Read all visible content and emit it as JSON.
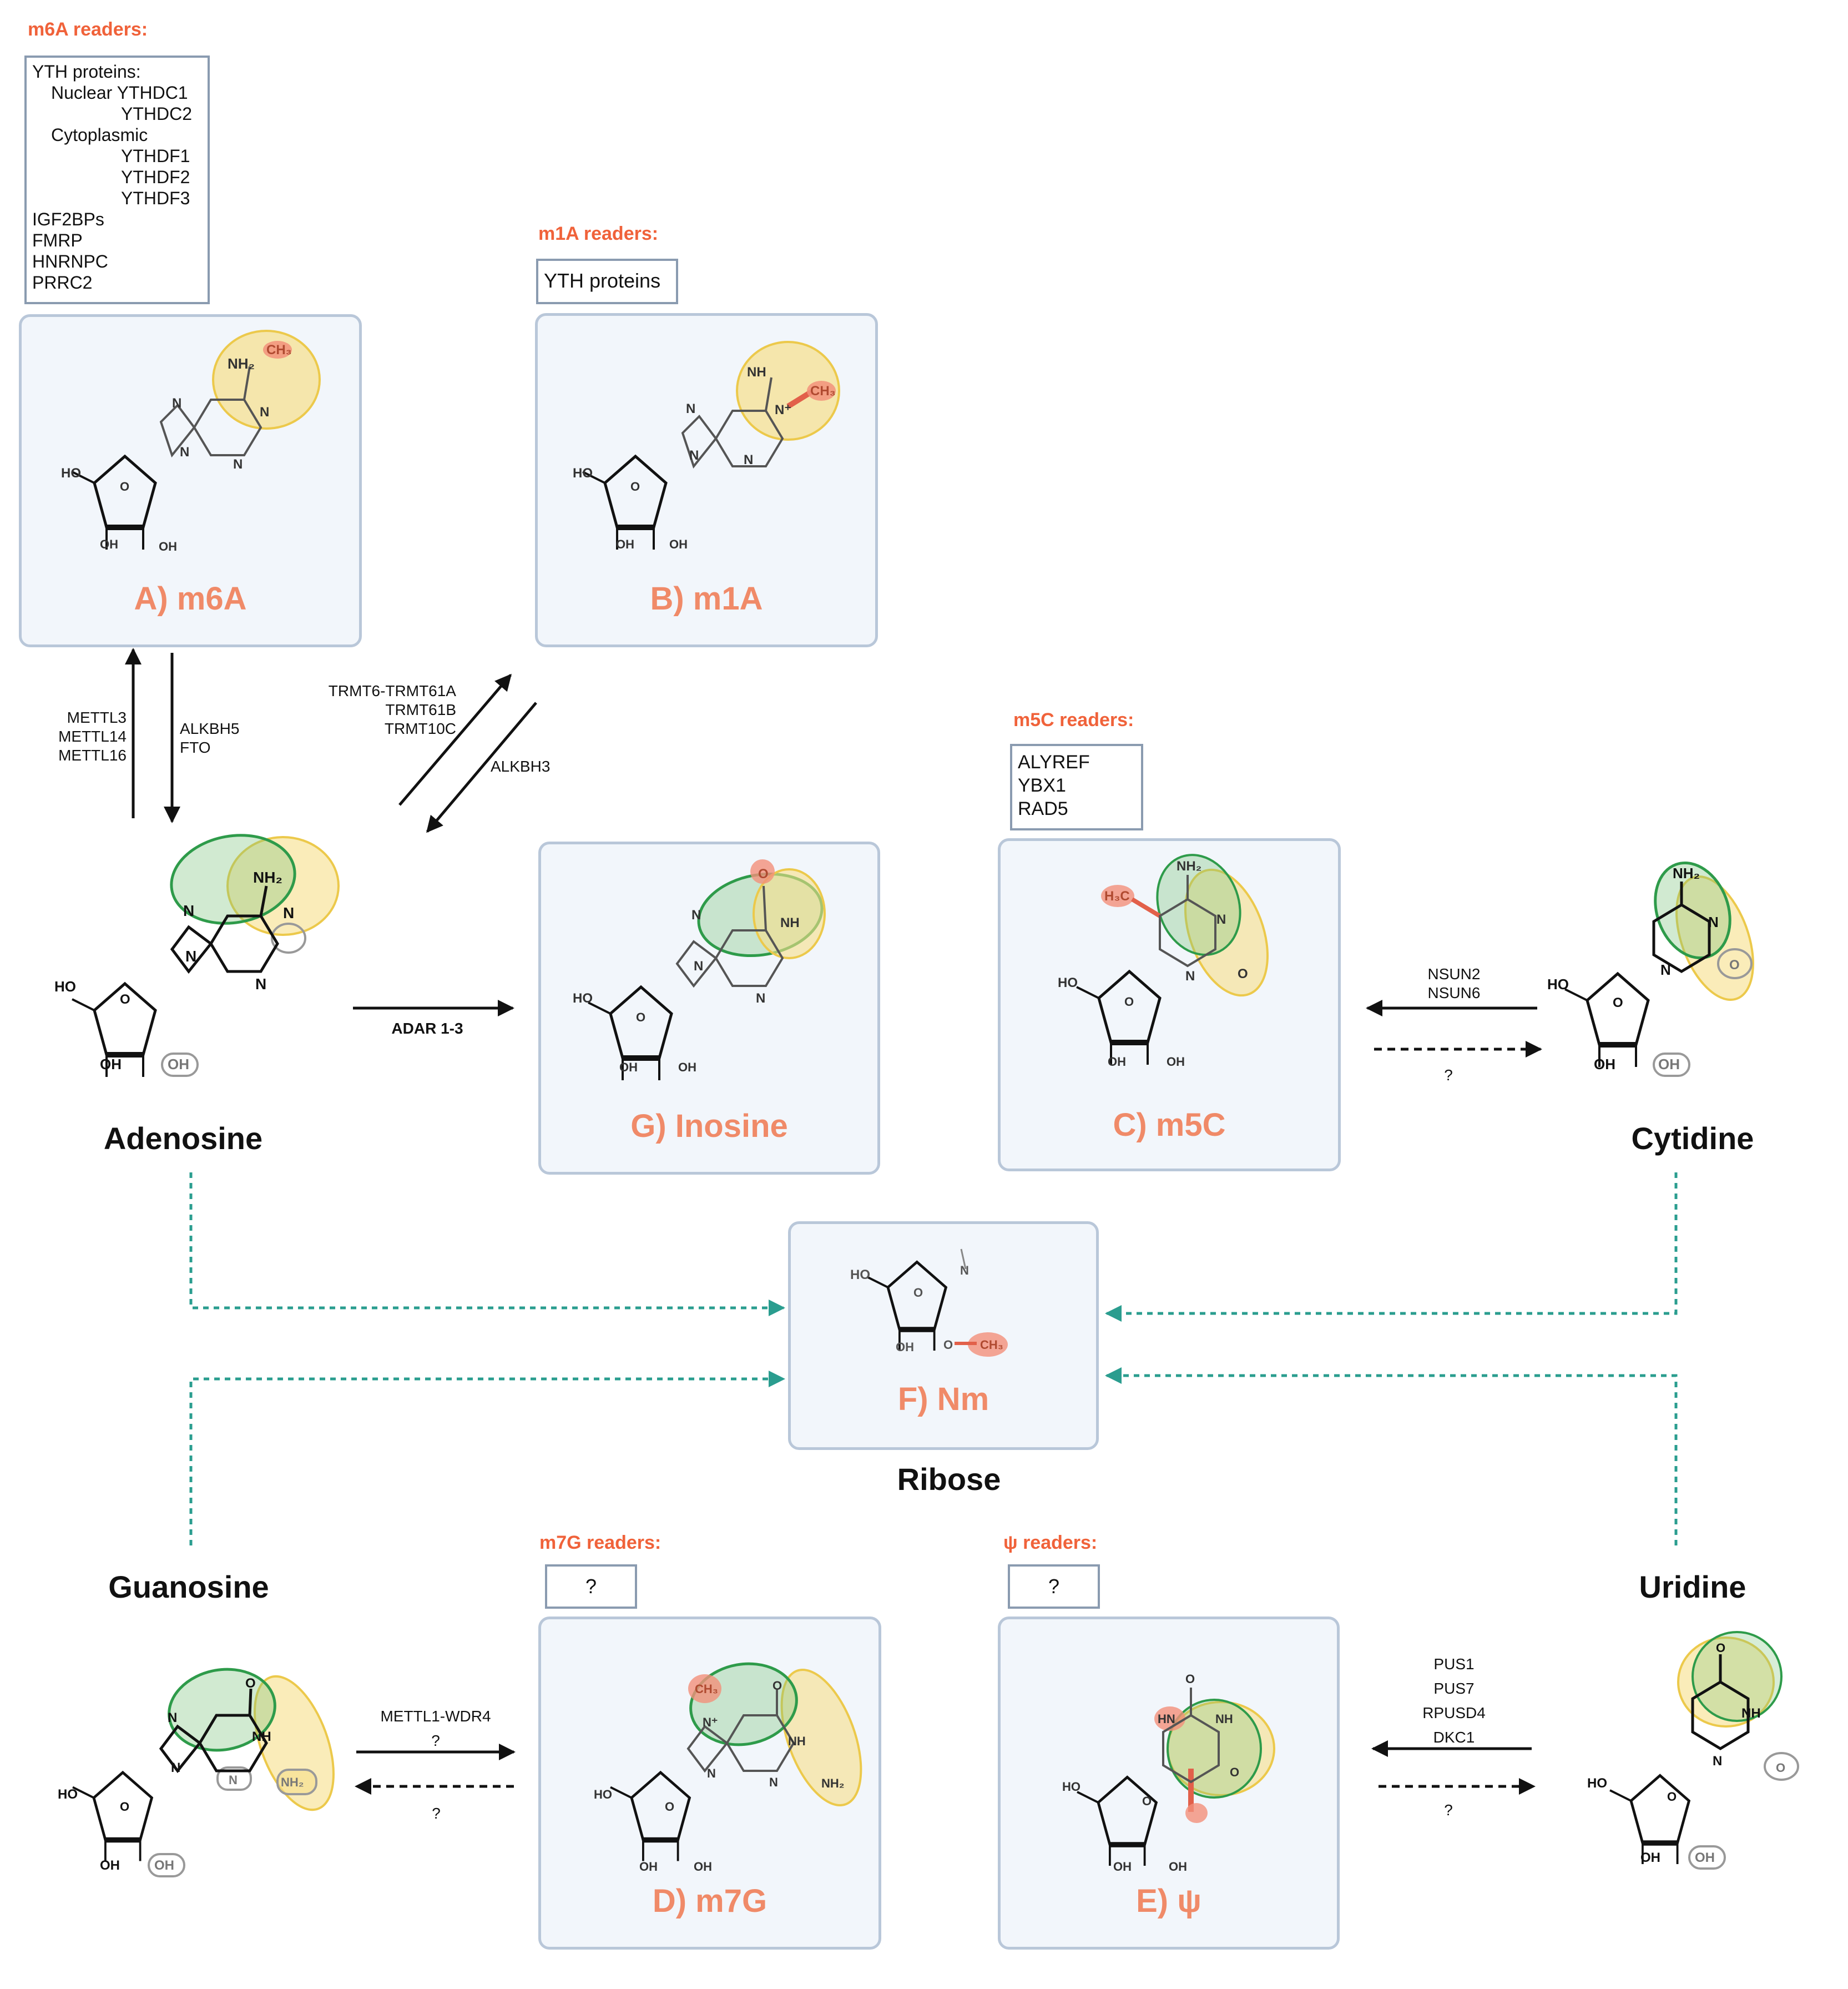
{
  "readers": {
    "m6a": {
      "title": "m6A readers:",
      "lines": [
        "YTH proteins:",
        "Nuclear YTHDC1",
        "YTHDC2",
        "Cytoplasmic",
        "YTHDF1",
        "YTHDF2",
        "YTHDF3",
        "IGF2BPs",
        "FMRP",
        "HNRNPC",
        "PRRC2"
      ]
    },
    "m1a": {
      "title": "m1A readers:",
      "lines": [
        "YTH proteins"
      ]
    },
    "m5c": {
      "title": "m5C readers:",
      "lines": [
        "ALYREF",
        "YBX1",
        "RAD5"
      ]
    },
    "m7g": {
      "title": "m7G readers:",
      "lines": [
        "?"
      ]
    },
    "psi": {
      "title": "ψ readers:",
      "lines": [
        "?"
      ]
    }
  },
  "panels": {
    "a": "A) m6A",
    "b": "B) m1A",
    "c": "C) m5C",
    "d": "D) m7G",
    "e": "E) ψ",
    "f": "F) Nm",
    "g": "G) Inosine"
  },
  "nucleosides": {
    "adenosine": "Adenosine",
    "cytidine": "Cytidine",
    "ribose": "Ribose",
    "guanosine": "Guanosine",
    "uridine": "Uridine"
  },
  "enzymes": {
    "m6a_writers": [
      "METTL3",
      "METTL14",
      "METTL16"
    ],
    "m6a_erasers": [
      "ALKBH5",
      "FTO"
    ],
    "m1a_writers": [
      "TRMT6-TRMT61A",
      "TRMT61B",
      "TRMT10C"
    ],
    "m1a_erasers": [
      "ALKBH3"
    ],
    "adar": "ADAR 1-3",
    "nsun": [
      "NSUN2",
      "NSUN6"
    ],
    "m5c_eraser": "?",
    "mettl1": [
      "METTL1-WDR4",
      "?"
    ],
    "m7g_eraser": "?",
    "pus": [
      "PUS1",
      "PUS7",
      "RPUSD4",
      "DKC1"
    ],
    "psi_eraser": "?"
  },
  "atoms": {
    "ho": "HO",
    "oh": "OH",
    "o": "O",
    "n": "N",
    "nh": "NH",
    "hn": "HN",
    "nh2": "NH₂",
    "ch3": "CH₃",
    "h3c": "H₃C",
    "nplus": "N⁺"
  },
  "colors": {
    "accent_title": "#f0623a",
    "panel_label": "#f08a68",
    "panel_fill": "#f2f6fb",
    "panel_border": "#b9c7d9",
    "highlight_yellow": "#f7e08a",
    "highlight_green": "#7cc47a",
    "highlight_red": "#f2907a",
    "arrow_teal": "#2a9d8f"
  }
}
